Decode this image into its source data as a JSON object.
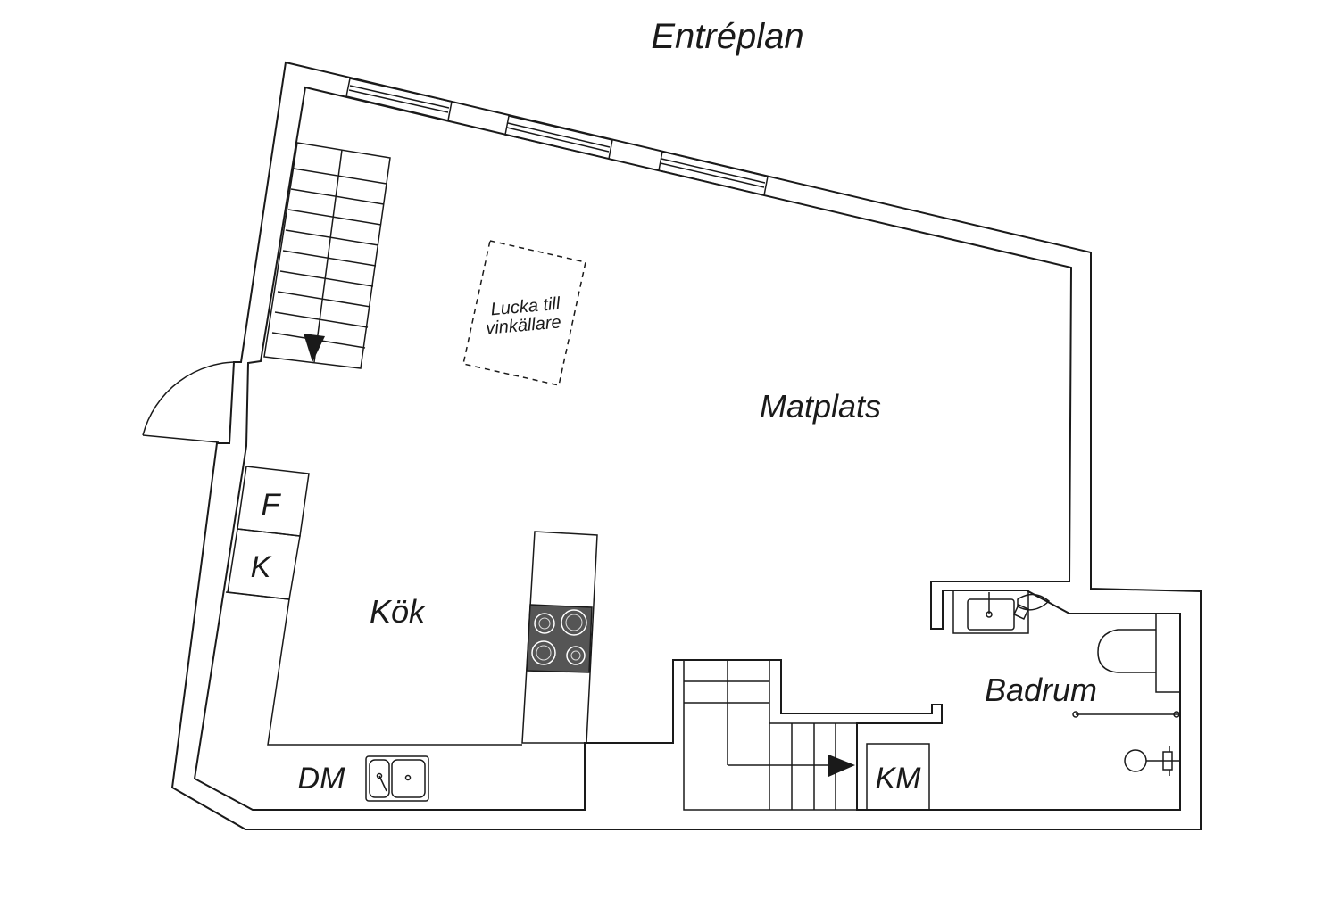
{
  "plan": {
    "title": "Entréplan",
    "rooms": {
      "dining": "Matplats",
      "kitchen": "Kök",
      "bathroom": "Badrum"
    },
    "hatch_line1": "Lucka till",
    "hatch_line2": "vinkällare",
    "appliances": {
      "freezer": "F",
      "fridge": "K",
      "dishwasher": "DM",
      "washing_machine": "KM"
    }
  }
}
